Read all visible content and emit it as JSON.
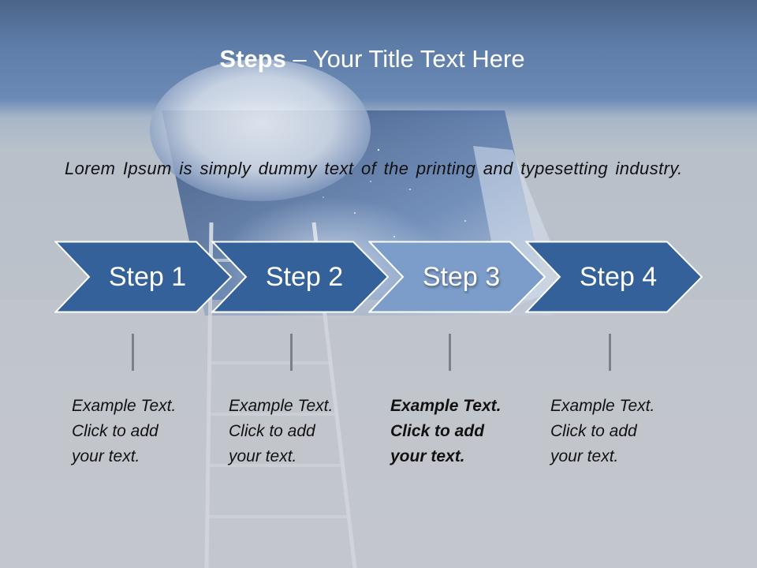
{
  "slide": {
    "title_bold": "Steps",
    "title_rest": " – Your Title Text Here",
    "intro": "Lorem Ipsum is simply dummy text of the printing and typesetting industry."
  },
  "steps": [
    {
      "label": "Step 1",
      "note": [
        "Example Text.",
        "Click  to add",
        "your text."
      ],
      "active": false
    },
    {
      "label": "Step 2",
      "note": [
        "Example Text.",
        "Click  to add",
        "your text."
      ],
      "active": false
    },
    {
      "label": "Step 3",
      "note": [
        "Example Text.",
        "Click  to add",
        "your text."
      ],
      "active": true
    },
    {
      "label": "Step 4",
      "note": [
        "Example Text.",
        "Click  to add",
        "your text."
      ],
      "active": false
    }
  ],
  "colors": {
    "step_fill": "#34619a",
    "step_active_fill": "#7c9dca",
    "step_border": "#ffffff"
  }
}
